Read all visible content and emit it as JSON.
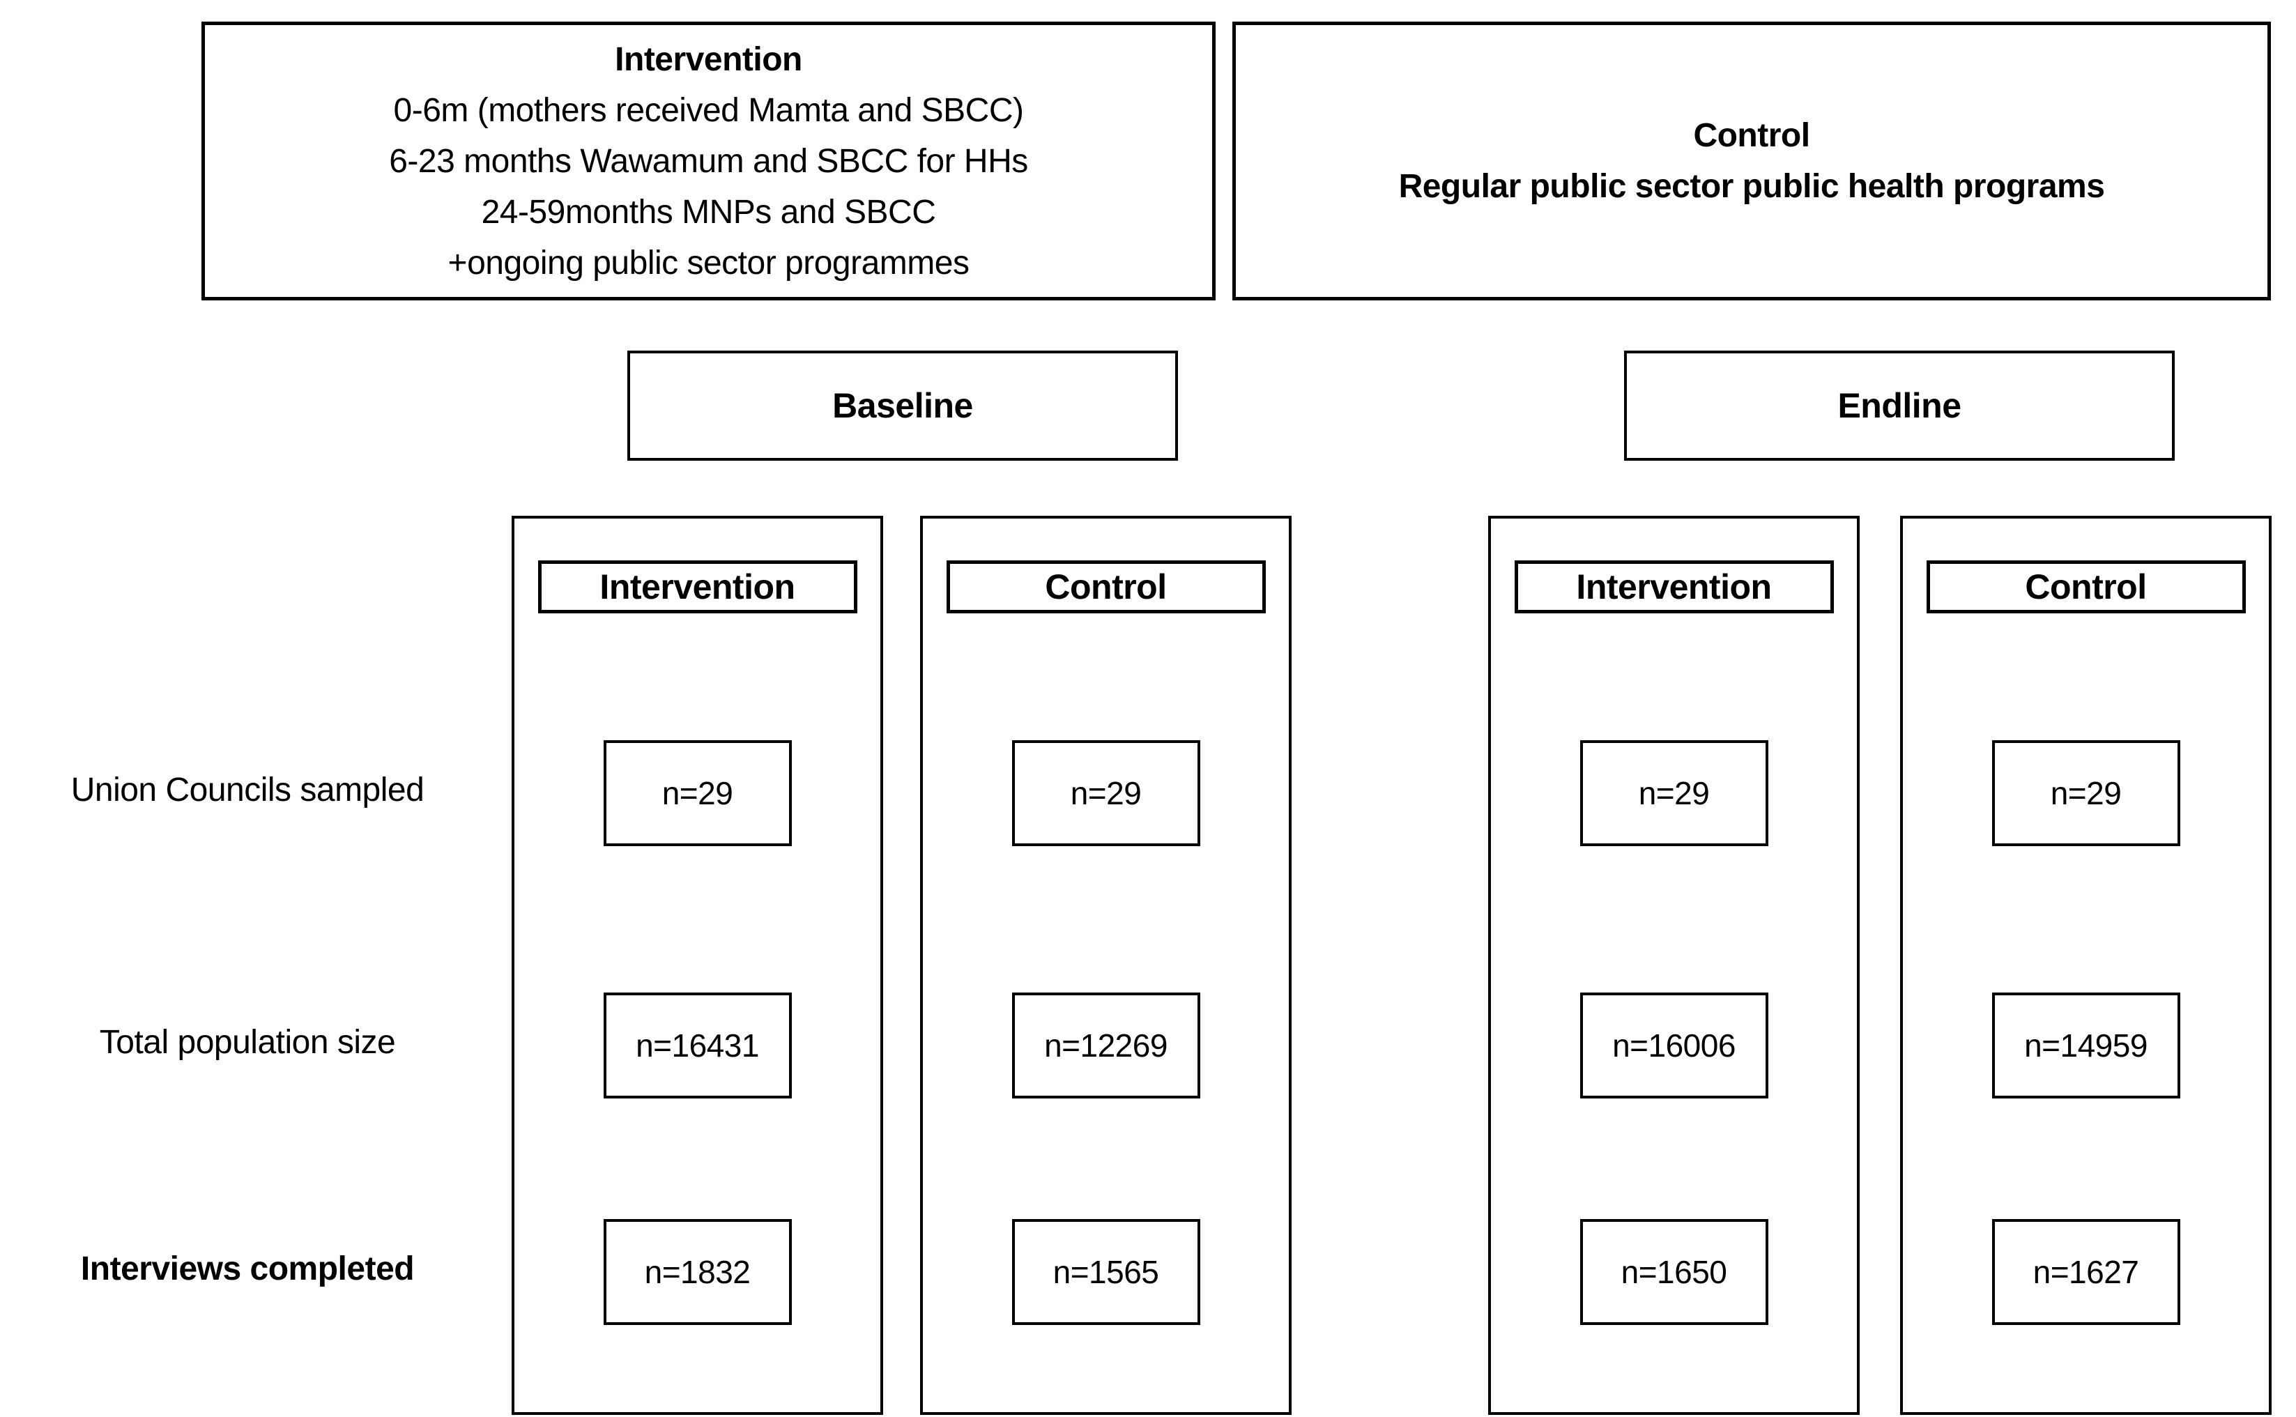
{
  "diagram": {
    "arms": {
      "intervention": {
        "title": "Intervention",
        "lines": [
          "0-6m (mothers received Mamta and SBCC)",
          "6-23 months Wawamum and SBCC for HHs",
          "24-59months MNPs and SBCC",
          "+ongoing public sector programmes"
        ]
      },
      "control": {
        "title": "Control",
        "subtitle": "Regular public sector public health programs"
      }
    },
    "phases": {
      "baseline": "Baseline",
      "endline": "Endline"
    },
    "rows": [
      {
        "label": "Union Councils sampled"
      },
      {
        "label": "Total population size"
      },
      {
        "label": "Interviews completed"
      }
    ],
    "columns": [
      {
        "phase": "Baseline",
        "header": "Intervention",
        "values": [
          "n=29",
          "n=16431",
          "n=1832"
        ]
      },
      {
        "phase": "Baseline",
        "header": "Control",
        "values": [
          "n=29",
          "n=12269",
          "n=1565"
        ]
      },
      {
        "phase": "Endline",
        "header": "Intervention",
        "values": [
          "n=29",
          "n=16006",
          "n=1650"
        ]
      },
      {
        "phase": "Endline",
        "header": "Control",
        "values": [
          "n=29",
          "n=14959",
          "n=1627"
        ]
      }
    ],
    "colors": {
      "border": "#000000",
      "text": "#000000",
      "background": "#ffffff"
    }
  }
}
